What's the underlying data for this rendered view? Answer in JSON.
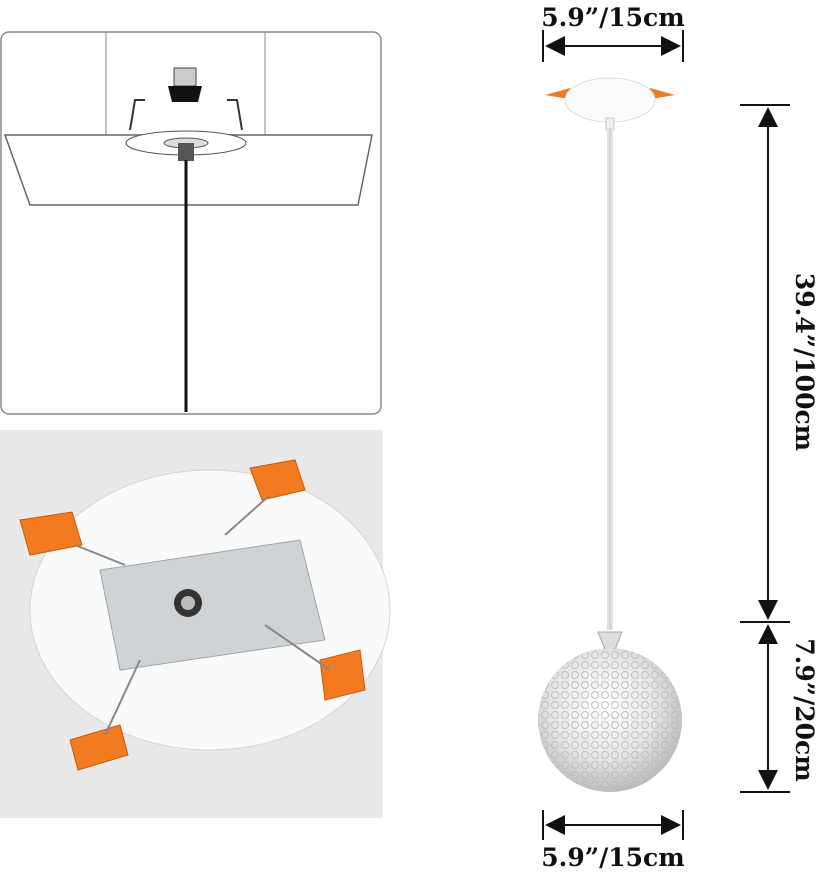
{
  "dimensions": {
    "canopy_width": "5.9”/15cm",
    "cord_length": "39.4”/100cm",
    "shade_height": "7.9”/20cm",
    "shade_width": "5.9”/15cm"
  },
  "colors": {
    "accent_orange": "#f47a1f",
    "panel_grey": "#e9e9e9",
    "line": "#111111"
  }
}
